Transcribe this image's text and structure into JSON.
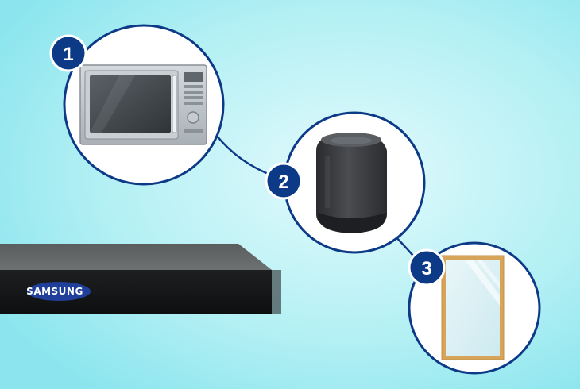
{
  "device": {
    "brand": "SAMSUNG"
  },
  "steps": [
    {
      "number": "1",
      "item": "microwave-icon"
    },
    {
      "number": "2",
      "item": "smart-speaker-icon"
    },
    {
      "number": "3",
      "item": "mirror-icon"
    }
  ],
  "colors": {
    "background_center": "#dff9fb",
    "background_edge": "#8ee6ee",
    "circle_fill": "#ffffff",
    "circle_stroke": "#0d3a86",
    "badge_fill": "#0d3a86",
    "badge_text": "#ffffff",
    "logo_blue": "#1f3f9a"
  }
}
